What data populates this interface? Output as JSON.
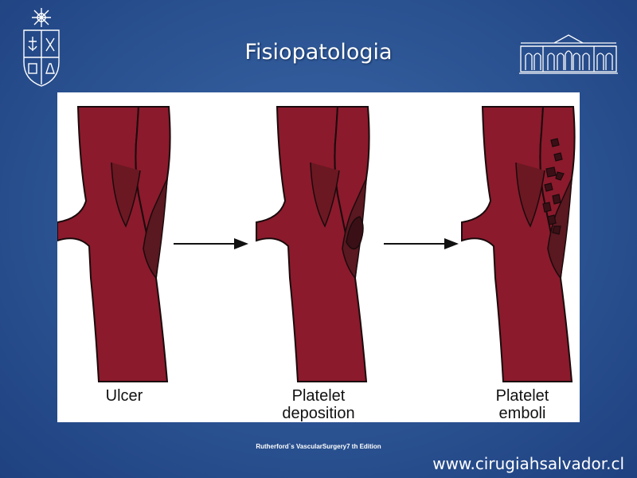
{
  "slide": {
    "title": "Fisiopatologia",
    "citation": "Rutherford`s VascularSurgery7 th Edition",
    "website": "www.cirugiahsalvador.cl"
  },
  "diagram": {
    "stages": [
      {
        "label_line1": "Ulcer",
        "label_line2": ""
      },
      {
        "label_line1": "Platelet",
        "label_line2": "deposition"
      },
      {
        "label_line1": "Platelet",
        "label_line2": "emboli"
      }
    ]
  },
  "colors": {
    "background": "#2e5796",
    "vessel": "#8b1a2c",
    "plaque": "#5a1820",
    "platelet": "#3a1016",
    "outline": "#1a0a0c"
  },
  "icons": [
    "university-crest-icon",
    "hospital-building-icon",
    "arrow-right-icon"
  ]
}
